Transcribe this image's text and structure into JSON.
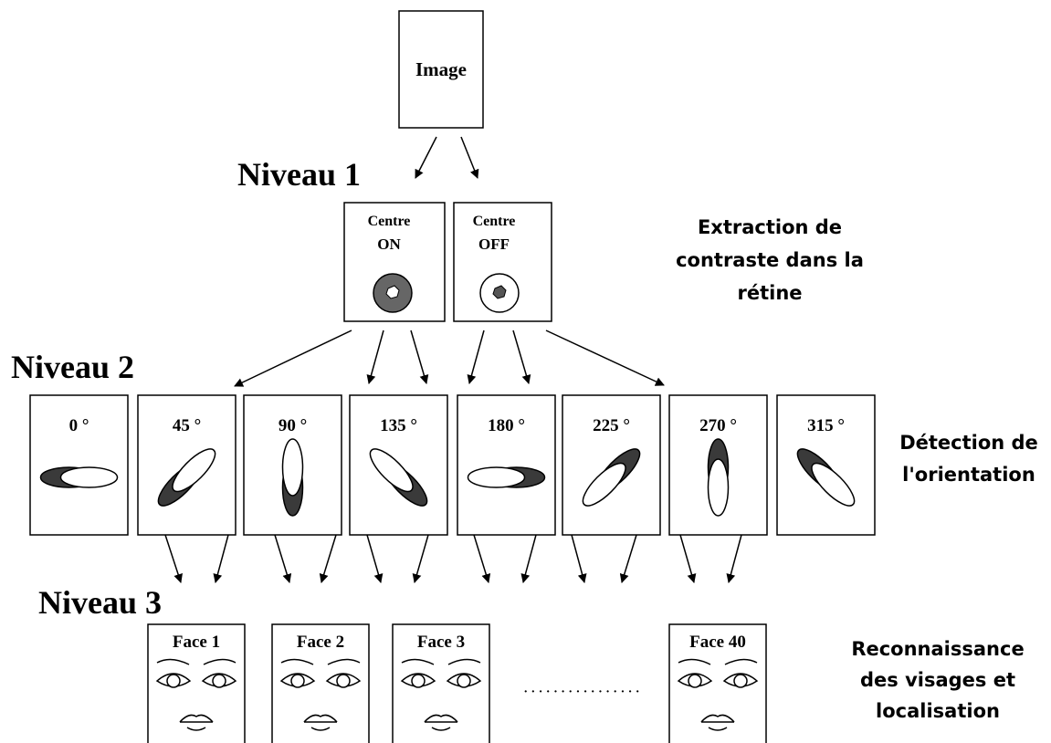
{
  "image_box": {
    "label": "Image"
  },
  "levels": [
    {
      "label": "Niveau 1",
      "description": [
        "Extraction de",
        "contraste dans la",
        "rétine"
      ]
    },
    {
      "label": "Niveau 2",
      "description": [
        "Détection de",
        "l'orientation"
      ]
    },
    {
      "label": "Niveau 3",
      "description": [
        "Reconnaissance",
        "des visages et",
        "localisation"
      ]
    }
  ],
  "level1_cells": [
    {
      "line1": "Centre",
      "line2": "ON"
    },
    {
      "line1": "Centre",
      "line2": "OFF"
    }
  ],
  "level2_angles": [
    "0 °",
    "45 °",
    "90 °",
    "135 °",
    "180 °",
    "225 °",
    "270 °",
    "315 °"
  ],
  "faces": [
    "Face 1",
    "Face 2",
    "Face 3",
    "Face 40"
  ],
  "ellipsis": "· · · · · · · · · · · · · · · ·",
  "colors": {
    "dark_fill": "#3a3a3a",
    "grey_fill": "#666666",
    "line": "#000000",
    "white": "#ffffff"
  }
}
